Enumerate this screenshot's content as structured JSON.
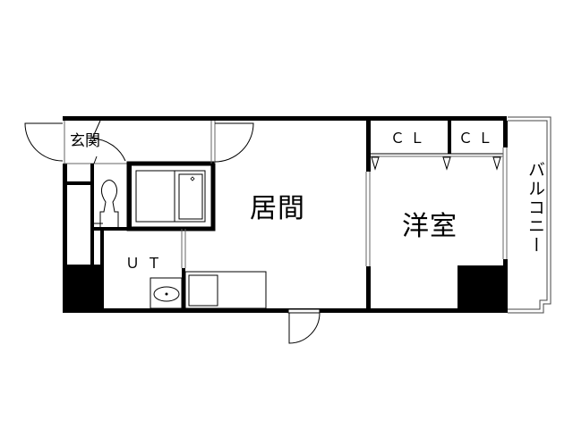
{
  "floor_plan": {
    "rooms": {
      "genkan": "玄関",
      "living": "居間",
      "western_room": "洋室",
      "unit_toilet": "ＵＴ",
      "closet_1": "ＣＬ",
      "closet_2": "ＣＬ",
      "balcony": "バルコニー"
    },
    "colors": {
      "wall": "#000000",
      "background": "#ffffff",
      "line": "#444444"
    }
  }
}
